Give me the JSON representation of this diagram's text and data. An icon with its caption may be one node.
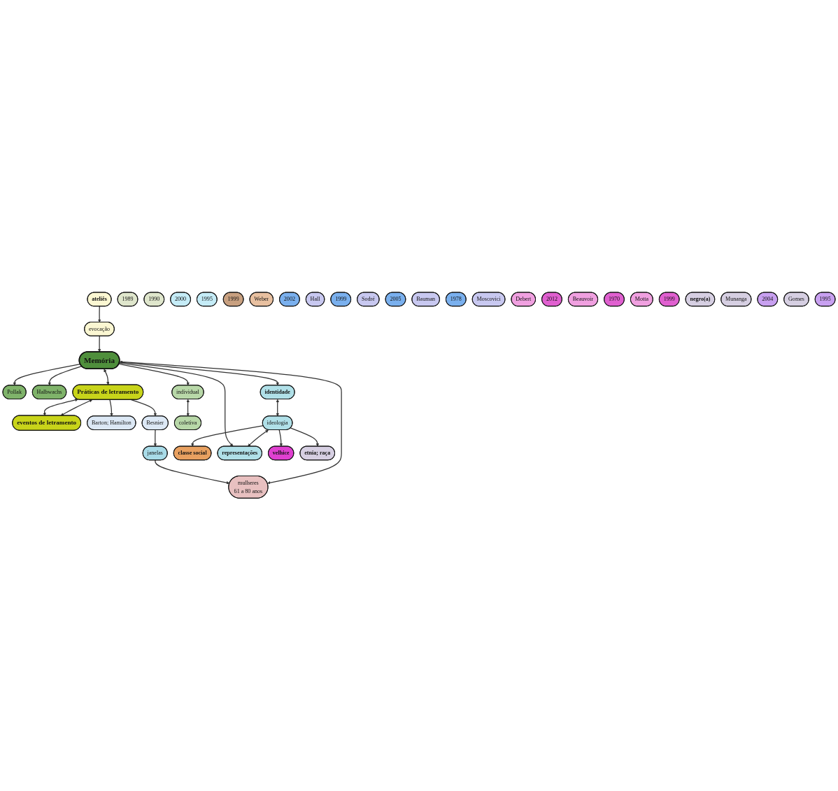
{
  "diagram": {
    "nodes": [
      {
        "text": [
          "ateliês"
        ]
      },
      {
        "text": [
          "evocação"
        ]
      },
      {
        "text": [
          "1989"
        ]
      },
      {
        "text": [
          "Pollak"
        ]
      },
      {
        "text": [
          "1990"
        ]
      },
      {
        "text": [
          "Halbwachs"
        ]
      },
      {
        "text": [
          "Memória"
        ]
      },
      {
        "text": [
          "Práticas de letramento"
        ]
      },
      {
        "text": [
          "eventos de letramento"
        ]
      },
      {
        "text": [
          "Barton; Hamilton"
        ]
      },
      {
        "text": [
          "2000"
        ]
      },
      {
        "text": [
          "Besnier"
        ]
      },
      {
        "text": [
          "1995"
        ]
      },
      {
        "text": [
          "janelas"
        ]
      },
      {
        "text": [
          "individual"
        ]
      },
      {
        "text": [
          "coletiva"
        ]
      },
      {
        "text": [
          "mulheres",
          "61 a 80 anos"
        ]
      },
      {
        "text": [
          "1999"
        ]
      },
      {
        "text": [
          "Weber"
        ]
      },
      {
        "text": [
          "classe social"
        ]
      },
      {
        "text": [
          "identidade"
        ]
      },
      {
        "text": [
          "2002"
        ]
      },
      {
        "text": [
          "Hall"
        ]
      },
      {
        "text": [
          "1999"
        ]
      },
      {
        "text": [
          "Sodré"
        ]
      },
      {
        "text": [
          "2005"
        ]
      },
      {
        "text": [
          "Bauman"
        ]
      },
      {
        "text": [
          "ideologia"
        ]
      },
      {
        "text": [
          "representações"
        ]
      },
      {
        "text": [
          "1978"
        ]
      },
      {
        "text": [
          "Moscovici"
        ]
      },
      {
        "text": [
          "velhice"
        ]
      },
      {
        "text": [
          "Debert"
        ]
      },
      {
        "text": [
          "2012"
        ]
      },
      {
        "text": [
          "Beauvoir"
        ]
      },
      {
        "text": [
          "1970"
        ]
      },
      {
        "text": [
          "Motta"
        ]
      },
      {
        "text": [
          "1999"
        ]
      },
      {
        "text": [
          "negro(a)"
        ]
      },
      {
        "text": [
          "etnia; raça"
        ]
      },
      {
        "text": [
          "Munanga"
        ]
      },
      {
        "text": [
          "2004"
        ]
      },
      {
        "text": [
          "Gomes"
        ]
      },
      {
        "text": [
          "1995"
        ]
      }
    ],
    "edges": [
      {
        "from": 0,
        "to": 1,
        "arrow": "to"
      },
      {
        "from": 1,
        "to": 6,
        "arrow": "to"
      },
      {
        "from": 6,
        "to": 5,
        "arrow": "to"
      },
      {
        "from": 6,
        "to": 3,
        "arrow": "to"
      },
      {
        "from": 6,
        "to": 7,
        "arrow": "both"
      },
      {
        "from": 7,
        "to": 9,
        "arrow": "to"
      },
      {
        "from": 7,
        "to": 11,
        "arrow": "to"
      },
      {
        "from": 11,
        "to": 13,
        "arrow": "to"
      },
      {
        "from": 7,
        "to": 8,
        "arrow": "both"
      },
      {
        "from": 7,
        "to": 8,
        "arrow": "both"
      },
      {
        "from": 13,
        "to": 16,
        "arrow": "to"
      },
      {
        "from": 6,
        "to": 14,
        "arrow": "to"
      },
      {
        "from": 14,
        "to": 15,
        "arrow": "both"
      },
      {
        "from": 6,
        "to": 16,
        "arrow": "both"
      },
      {
        "from": 6,
        "to": 20,
        "arrow": "to"
      },
      {
        "from": 6,
        "to": 28,
        "arrow": "to"
      },
      {
        "from": 20,
        "to": 27,
        "arrow": "both"
      },
      {
        "from": 27,
        "to": 28,
        "arrow": "both"
      },
      {
        "from": 27,
        "to": 19,
        "arrow": "to"
      },
      {
        "from": 27,
        "to": 31,
        "arrow": "to"
      },
      {
        "from": 27,
        "to": 39,
        "arrow": "to"
      }
    ]
  }
}
